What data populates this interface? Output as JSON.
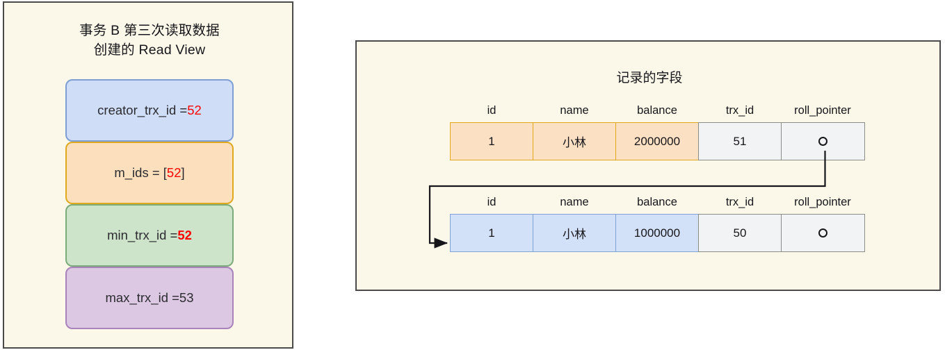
{
  "colors": {
    "panel_bg": "#fbf8e9",
    "panel_border": "#4a4a48",
    "accent_red": "#ff0000",
    "box_blue_bg": "#cfddf7",
    "box_blue_border": "#7e9fd4",
    "box_orange_bg": "#fcdfbd",
    "box_orange_border": "#e0a81d",
    "box_green_bg": "#cde4cb",
    "box_green_border": "#7cab7a",
    "box_purple_bg": "#ddc8e4",
    "box_purple_border": "#a982bb",
    "cell_orange_bg": "#fce0c4",
    "cell_orange_border": "#e3a81a",
    "cell_blue_bg": "#d3e1f8",
    "cell_blue_border": "#7fa2d7",
    "cell_plain_bg": "#f2f3f4",
    "cell_plain_border": "#8c8c86"
  },
  "read_view_panel": {
    "title_line1": "事务 B 第三次读取数据",
    "title_line2": "创建的 Read View",
    "boxes": [
      {
        "label": "creator_trx_id = ",
        "value": "52",
        "emphasis": "red"
      },
      {
        "label": "m_ids = [",
        "value": "52",
        "suffix": "]",
        "emphasis": "red"
      },
      {
        "label": "min_trx_id = ",
        "value": "52",
        "emphasis": "red-bold"
      },
      {
        "label": "max_trx_id = ",
        "value": "53",
        "emphasis": "none"
      }
    ]
  },
  "record_panel": {
    "title": "记录的字段",
    "columns": [
      "id",
      "name",
      "balance",
      "trx_id",
      "roll_pointer"
    ],
    "rows": [
      {
        "id": "1",
        "name": "小林",
        "balance": "2000000",
        "trx_id": "51",
        "roll_pointer_icon": "circle-icon"
      },
      {
        "id": "1",
        "name": "小林",
        "balance": "1000000",
        "trx_id": "50",
        "roll_pointer_icon": "circle-icon"
      }
    ]
  }
}
